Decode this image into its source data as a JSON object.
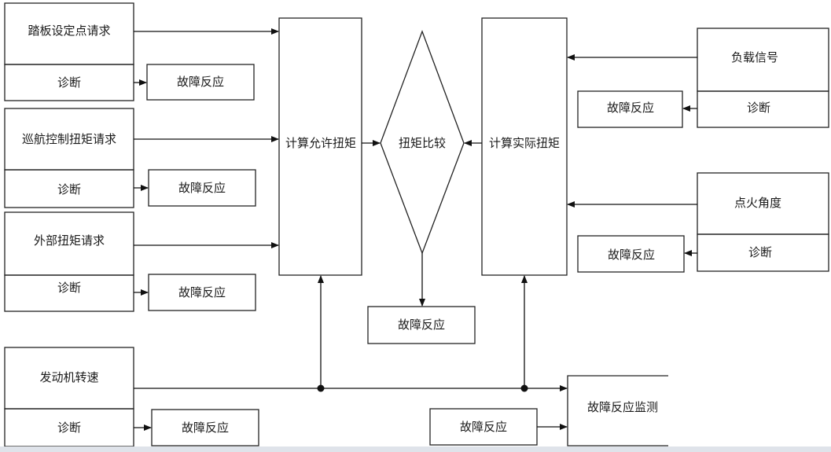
{
  "left_inputs": [
    {
      "request": "踏板设定点请求",
      "diagnosis": "诊断",
      "fault": "故障反应"
    },
    {
      "request": "巡航控制扭矩请求",
      "diagnosis": "诊断",
      "fault": "故障反应"
    },
    {
      "request": "外部扭矩请求",
      "diagnosis": "诊断",
      "fault": "故障反应"
    }
  ],
  "engine_speed": {
    "label": "发动机转速",
    "diagnosis": "诊断",
    "fault": "故障反应"
  },
  "allowed_torque": "计算允许扭矩",
  "torque_compare": "扭矩比较",
  "actual_torque": "计算实际扭矩",
  "compare_fault": "故障反应",
  "right_inputs": [
    {
      "label": "负载信号",
      "diagnosis": "诊断",
      "fault": "故障反应"
    },
    {
      "label": "点火角度",
      "diagnosis": "诊断",
      "fault": "故障反应"
    }
  ],
  "monitor": {
    "label": "故障反应监测",
    "fault": "故障反应"
  }
}
